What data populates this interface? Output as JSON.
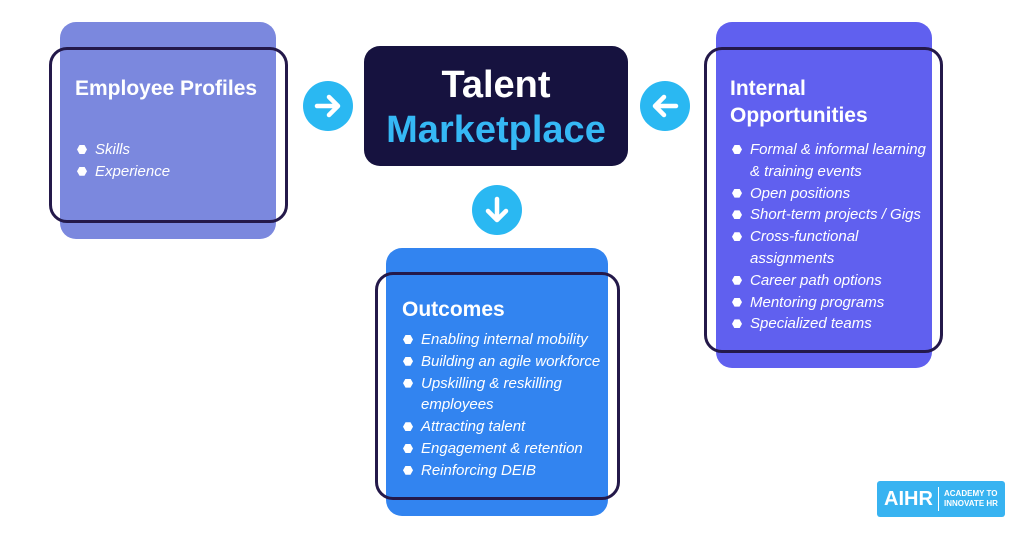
{
  "center": {
    "line1": "Talent",
    "line2": "Marketplace"
  },
  "employee_profiles": {
    "title": "Employee Profiles",
    "items": [
      "Skills",
      "Experience"
    ]
  },
  "internal_opportunities": {
    "title": "Internal Opportunities",
    "items": [
      "Formal & informal learning & training events",
      "Open positions",
      "Short-term projects / Gigs",
      "Cross-functional assignments",
      "Career path options",
      "Mentoring programs",
      "Specialized teams"
    ]
  },
  "outcomes": {
    "title": "Outcomes",
    "items": [
      "Enabling internal mobility",
      "Building an agile workforce",
      "Upskilling & reskilling employees",
      "Attracting talent",
      "Engagement & retention",
      "Reinforcing DEIB"
    ]
  },
  "logo": {
    "wordmark": "AIHR",
    "tagline": "ACADEMY TO INNOVATE HR"
  },
  "colors": {
    "employee_card": "#7b88de",
    "internal_card": "#6060ef",
    "outcomes_card": "#3284f0",
    "center_box": "#16123f",
    "accent_cyan": "#35b8f5",
    "frame": "#24194a"
  },
  "icons": {
    "right": "arrow-right-icon",
    "left": "arrow-left-icon",
    "down": "arrow-down-icon"
  }
}
